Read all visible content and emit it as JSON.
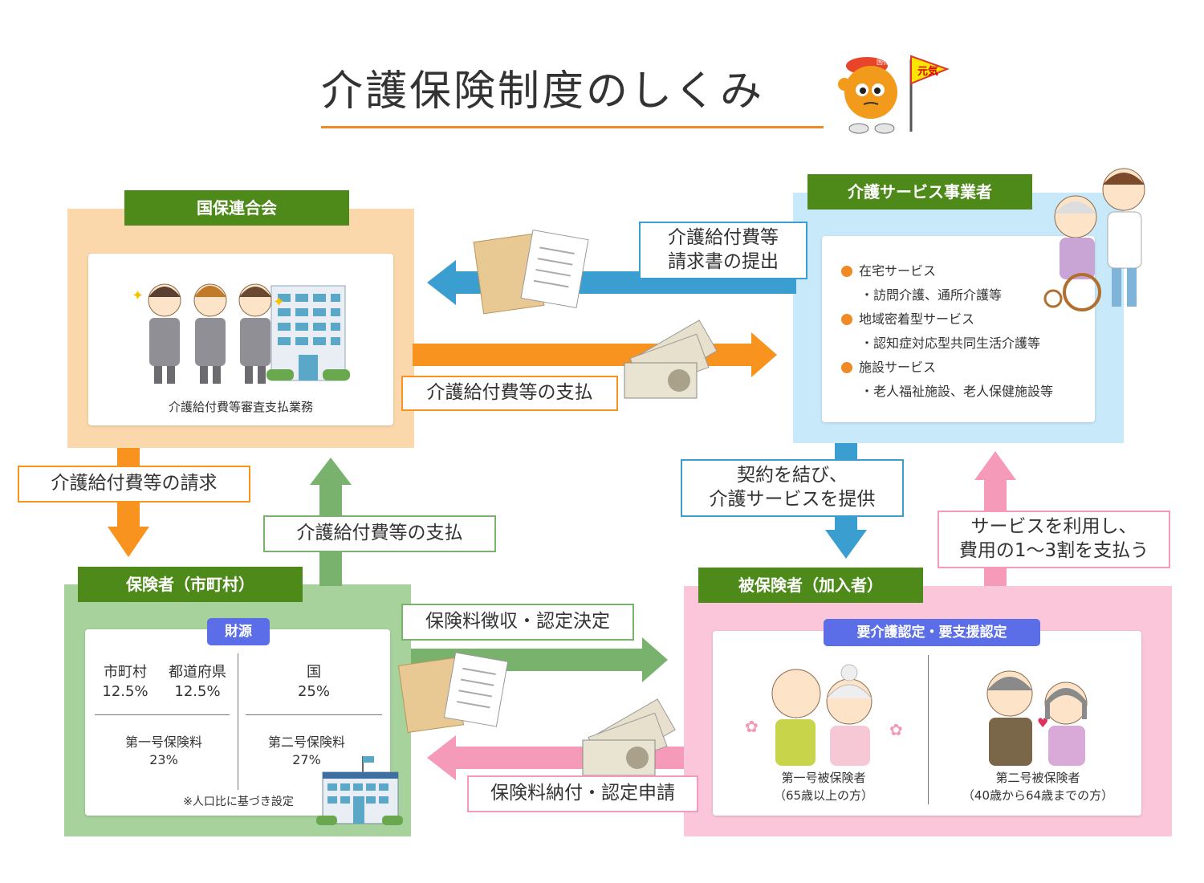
{
  "title": "介護保険制度のしくみ",
  "mascot": {
    "cap_text": "国保",
    "flag_text": "元気"
  },
  "kokuho": {
    "header": "国保連合会",
    "caption": "介護給付費等審査支払業務"
  },
  "provider": {
    "header": "介護サービス事業者",
    "services": [
      {
        "name": "在宅サービス",
        "detail": "・訪問介護、通所介護等"
      },
      {
        "name": "地域密着型サービス",
        "detail": "・認知症対応型共同生活介護等"
      },
      {
        "name": "施設サービス",
        "detail": "・老人福祉施設、老人保健施設等"
      }
    ]
  },
  "insurer": {
    "header": "保険者（市町村）",
    "funding_pill": "財源",
    "city": "市町村\n12.5%",
    "pref": "都道府県\n12.5%",
    "nation": "国\n25%",
    "premium1": "第一号保険料\n23%",
    "premium2": "第二号保険料\n27%",
    "note": "※人口比に基づき設定"
  },
  "insured": {
    "header": "被保険者（加入者）",
    "cert_pill": "要介護認定・要支援認定",
    "type1": "第一号被保険者\n（65歳以上の方）",
    "type2": "第二号被保険者\n（40歳から64歳までの方）"
  },
  "labels": {
    "claim_submit": "介護給付費等\n請求書の提出",
    "pay_provider": "介護給付費等の支払",
    "claim_kokuho": "介護給付費等の請求",
    "pay_kokuho": "介護給付費等の支払",
    "contract": "契約を結び、\n介護サービスを提供",
    "use_service": "サービスを利用し、\n費用の1〜3割を支払う",
    "collect": "保険料徴収・認定決定",
    "payment": "保険料納付・認定申請"
  },
  "colors": {
    "green_header": "#4e8a1a",
    "orange": "#f7931e",
    "blue": "#3a9fd0",
    "green": "#79b26c",
    "pink": "#f59ab9",
    "pill_blue": "#5b6ee8"
  }
}
